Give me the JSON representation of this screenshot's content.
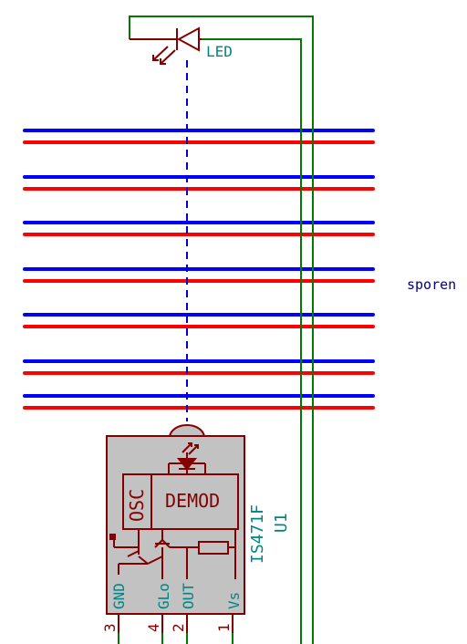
{
  "colors": {
    "wire": "#007a00",
    "component": "#840000",
    "component_fill": "#c2c2c2",
    "label": "#008484",
    "trace_top": "#0000ff",
    "trace_bottom": "#ff0000",
    "note": "#000084",
    "dashed": "#0000cc"
  },
  "led": {
    "label": "LED"
  },
  "traces": {
    "label": "sporen",
    "pairs": 7
  },
  "ic": {
    "part": "IS471F",
    "ref": "U1",
    "blocks": {
      "osc": "OSC",
      "demod": "DEMOD"
    },
    "pins": [
      {
        "number": "3",
        "name": "GND"
      },
      {
        "number": "4",
        "name": "GLo"
      },
      {
        "number": "2",
        "name": "OUT"
      },
      {
        "number": "1",
        "name": "Vs"
      }
    ]
  }
}
